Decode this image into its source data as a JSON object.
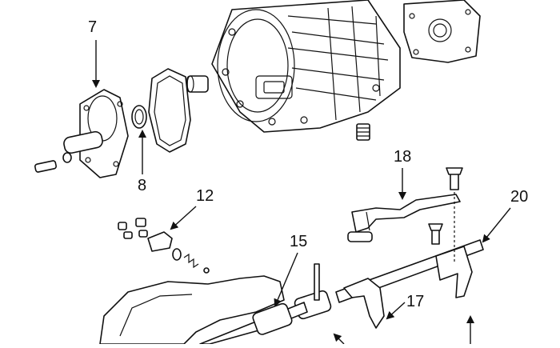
{
  "callouts": [
    {
      "id": "7",
      "label": "7"
    },
    {
      "id": "8",
      "label": "8"
    },
    {
      "id": "12",
      "label": "12"
    },
    {
      "id": "15",
      "label": "15"
    },
    {
      "id": "17",
      "label": "17"
    },
    {
      "id": "18",
      "label": "18"
    },
    {
      "id": "20",
      "label": "20"
    }
  ]
}
